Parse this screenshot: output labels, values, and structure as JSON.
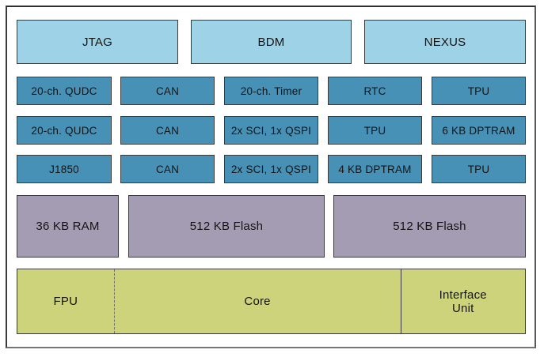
{
  "colors": {
    "light_blue": "#9ed2e6",
    "steel_blue": "#4791b7",
    "purple_gray": "#a49cb2",
    "olive_green": "#cdd37b",
    "box_border": "#3a3a3a",
    "text": "#141414",
    "frame_border": "#4a4a4a"
  },
  "rows": {
    "debug": {
      "items": [
        {
          "label": "JTAG"
        },
        {
          "label": "BDM"
        },
        {
          "label": "NEXUS"
        }
      ]
    },
    "periph1": {
      "items": [
        {
          "label": "20-ch. QUDC"
        },
        {
          "label": "CAN"
        },
        {
          "label": "20-ch. Timer"
        },
        {
          "label": "RTC"
        },
        {
          "label": "TPU"
        }
      ]
    },
    "periph2": {
      "items": [
        {
          "label": "20-ch. QUDC"
        },
        {
          "label": "CAN"
        },
        {
          "label": "2x SCI, 1x QSPI"
        },
        {
          "label": "TPU"
        },
        {
          "label": "6 KB DPTRAM"
        }
      ]
    },
    "periph3": {
      "items": [
        {
          "label": "J1850"
        },
        {
          "label": "CAN"
        },
        {
          "label": "2x SCI, 1x QSPI"
        },
        {
          "label": "4 KB DPTRAM"
        },
        {
          "label": "TPU"
        }
      ]
    },
    "memory": {
      "items": [
        {
          "label": "36 KB RAM"
        },
        {
          "label": "512 KB Flash"
        },
        {
          "label": "512 KB Flash"
        }
      ]
    },
    "core": {
      "items": [
        {
          "label": "FPU"
        },
        {
          "label": "Core"
        },
        {
          "label": "Interface\nUnit"
        }
      ]
    }
  }
}
